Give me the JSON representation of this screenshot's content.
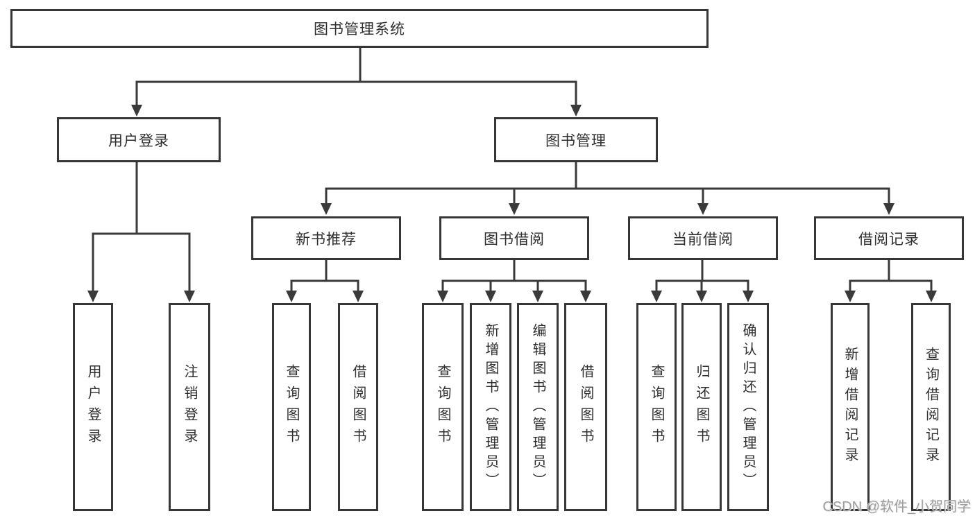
{
  "tree": {
    "root": "图书管理系统",
    "level2": [
      "用户登录",
      "图书管理"
    ],
    "level3": [
      "新书推荐",
      "图书借阅",
      "当前借阅",
      "借阅记录"
    ],
    "leaves": {
      "login": [
        "用户登录",
        "注销登录"
      ],
      "recommend": [
        "查询图书",
        "借阅图书"
      ],
      "borrow": [
        "查询图书",
        "新增图书（管理员）",
        "编辑图书（管理员）",
        "借阅图书"
      ],
      "current": [
        "查询图书",
        "归还图书",
        "确认归还（管理员）"
      ],
      "records": [
        "新增借阅记录",
        "查询借阅记录"
      ]
    },
    "watermark": "CSDN @软件_小贺同学"
  },
  "colors": {
    "line": "#3a3a3a",
    "box_border": "#363636",
    "text": "#2f2f2f",
    "watermark": "#9e9e9e",
    "background": "#ffffff"
  }
}
